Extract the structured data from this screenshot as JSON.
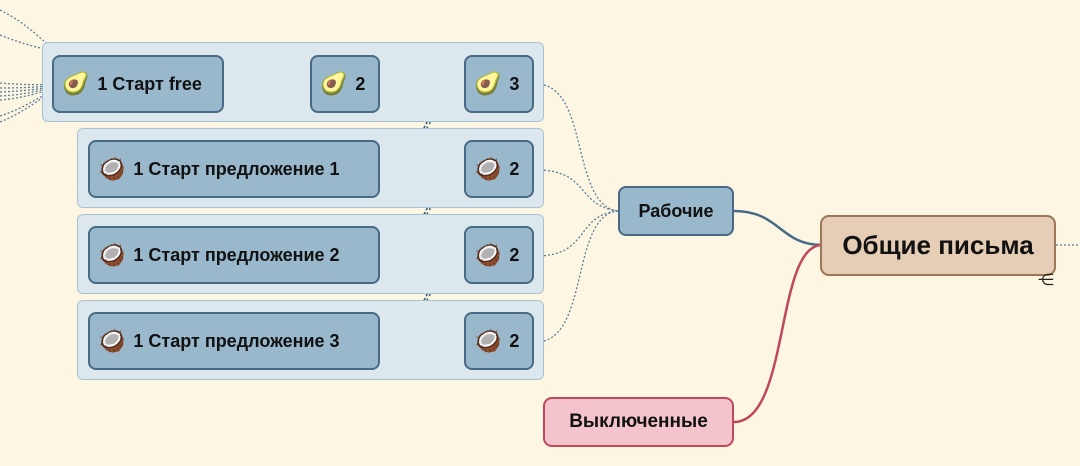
{
  "colors": {
    "background": "#fdf6e3",
    "node_fill": "#9ab8cc",
    "node_border": "#476b86",
    "root_fill": "#e6cdb6",
    "root_border": "#9c7656",
    "disabled_fill": "#f3c4cc",
    "disabled_border": "#c0485c"
  },
  "icons": {
    "avocado": "🥑",
    "coconut": "🥥"
  },
  "root": {
    "label": "Общие письма"
  },
  "working": {
    "label": "Рабочие"
  },
  "disabled": {
    "label": "Выключенные"
  },
  "chains": [
    {
      "start": "1 Старт free",
      "icon": "avocado",
      "steps": [
        "2",
        "3"
      ]
    },
    {
      "start": "1 Старт предложение 1",
      "icon": "coconut",
      "steps": [
        "2"
      ]
    },
    {
      "start": "1 Старт предложение 2",
      "icon": "coconut",
      "steps": [
        "2"
      ]
    },
    {
      "start": "1 Старт предложение 3",
      "icon": "coconut",
      "steps": [
        "2"
      ]
    }
  ],
  "collapse_marker": "⋲"
}
